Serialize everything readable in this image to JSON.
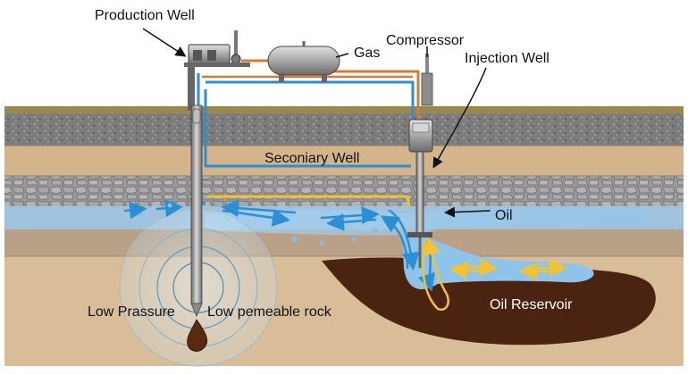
{
  "labels": {
    "production_well": "Production Well",
    "gas": "Gas",
    "compressor": "Compressor",
    "injection_well": "Injection Well",
    "secondary_well": "Seconiary Well",
    "oil": "Oil",
    "oil_reservoir": "Oil Reservoir",
    "low_pressure": "Low Prassure",
    "low_permeable_rock": "Low pemeable rock"
  },
  "colors": {
    "surface": "#9a8a4a",
    "gravel": "#8a8a8a",
    "sand": "#d4b48a",
    "water": "#7fb7e0",
    "reservoir": "#4a2410",
    "pipe_blue": "#2a8fd4",
    "pipe_orange": "#d87a30",
    "gas_line_yellow": "#f2c230"
  }
}
